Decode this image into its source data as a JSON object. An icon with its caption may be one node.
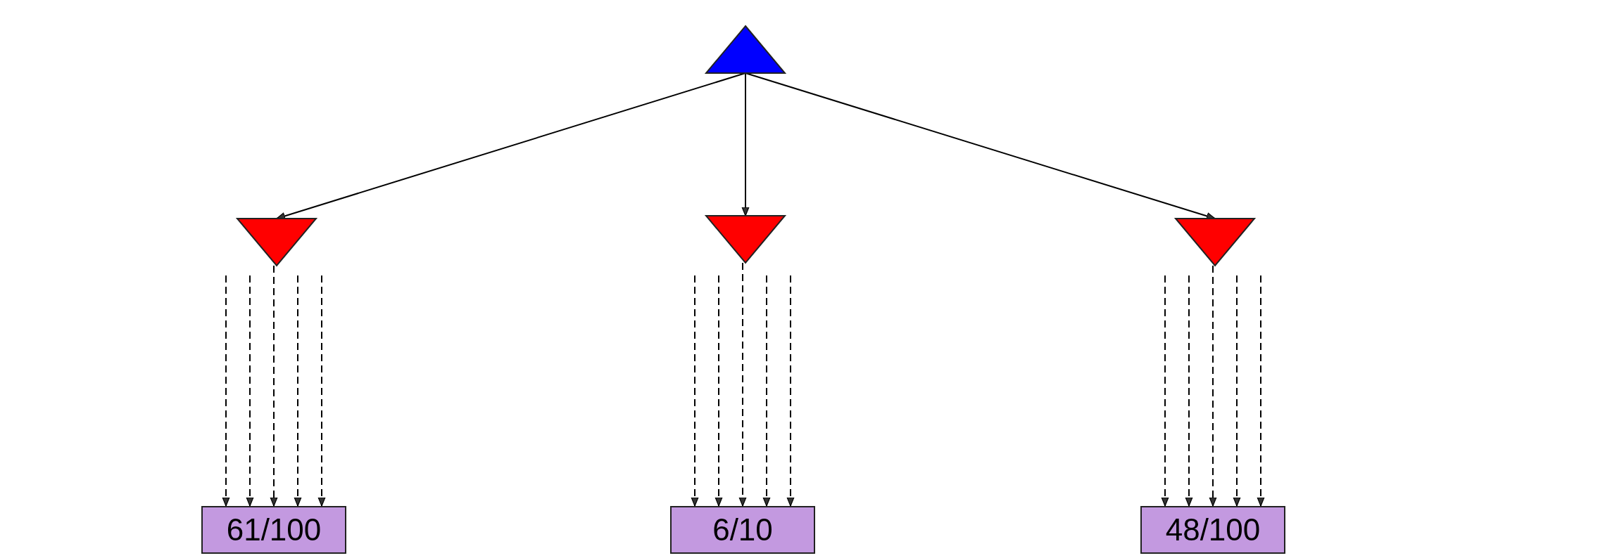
{
  "diagram": {
    "nodes": [
      {
        "text": [],
        "shape": "triangle"
      },
      {
        "text": [],
        "shape": "triangle"
      },
      {
        "text": [],
        "shape": "triangle"
      },
      {
        "text": [],
        "shape": "triangle"
      },
      {
        "text": [
          "61/100"
        ]
      },
      {
        "text": [
          "6/10"
        ]
      },
      {
        "text": [
          "48/100"
        ]
      }
    ],
    "edges": [
      {
        "from": 0,
        "to": 1,
        "arrow": "to"
      },
      {
        "from": 0,
        "to": 2,
        "arrow": "to"
      },
      {
        "from": 0,
        "to": 3,
        "arrow": "to"
      },
      {
        "from": null,
        "to": 4,
        "arrow": "to",
        "style": "dashed"
      },
      {
        "from": null,
        "to": 4,
        "arrow": "to",
        "style": "dashed"
      },
      {
        "from": 1,
        "to": 4,
        "arrow": "to",
        "style": "dashed"
      },
      {
        "from": null,
        "to": 4,
        "arrow": "to",
        "style": "dashed"
      },
      {
        "from": null,
        "to": 4,
        "arrow": "to",
        "style": "dashed"
      },
      {
        "from": null,
        "to": 5,
        "arrow": "to",
        "style": "dashed"
      },
      {
        "from": null,
        "to": 5,
        "arrow": "to",
        "style": "dashed"
      },
      {
        "from": 2,
        "to": 5,
        "arrow": "to",
        "style": "dashed"
      },
      {
        "from": null,
        "to": 5,
        "arrow": "to",
        "style": "dashed"
      },
      {
        "from": null,
        "to": 5,
        "arrow": "to",
        "style": "dashed"
      },
      {
        "from": null,
        "to": 6,
        "arrow": "to",
        "style": "dashed"
      },
      {
        "from": null,
        "to": 6,
        "arrow": "to",
        "style": "dashed"
      },
      {
        "from": 3,
        "to": 6,
        "arrow": "to",
        "style": "dashed"
      },
      {
        "from": null,
        "to": 6,
        "arrow": "to",
        "style": "dashed"
      },
      {
        "from": null,
        "to": 6,
        "arrow": "to",
        "style": "dashed"
      }
    ]
  }
}
